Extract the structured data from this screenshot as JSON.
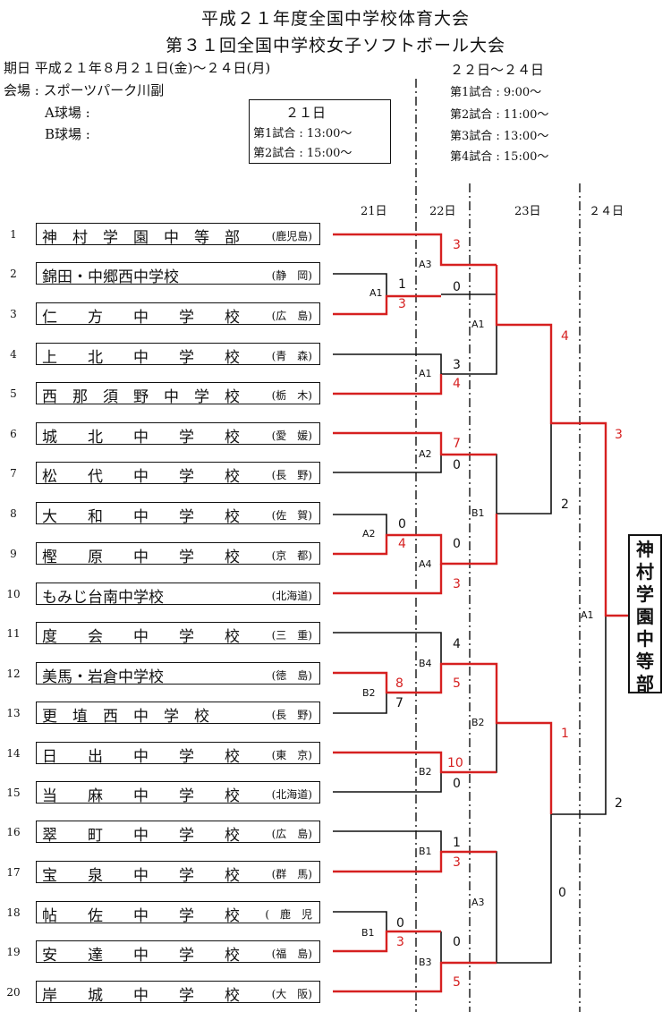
{
  "header": {
    "title1": "平成２１年度全国中学校体育大会",
    "title2": "第３１回全国中学校女子ソフトボール大会",
    "period": "期日 平成２１年８月２１日(金)～２４日(月)",
    "venue": "会場 : スポーツパーク川副",
    "field_a": "A球場 :",
    "field_b": "B球場 :",
    "day21_box": {
      "title": "２１日",
      "g1": "第1試合 : 13:00～",
      "g2": "第2試合 : 15:00～"
    },
    "later_days": {
      "title": "２２日～２４日",
      "g1": "第1試合 :  9:00～",
      "g2": "第2試合 : 11:00～",
      "g3": "第3試合 : 13:00～",
      "g4": "第4試合 : 15:00～"
    }
  },
  "columns": {
    "d21": "21日",
    "d22": "22日",
    "d23": "23日",
    "d24": "２４日"
  },
  "teams": [
    {
      "no": "1",
      "name": "神　村　学　園　中　等　部",
      "pref": "(鹿児島)"
    },
    {
      "no": "2",
      "name": "錦田・中郷西中学校",
      "pref": "(静　岡)"
    },
    {
      "no": "3",
      "name": "仁　　方　　中　　学　　校",
      "pref": "(広　島)"
    },
    {
      "no": "4",
      "name": "上　　北　　中　　学　　校",
      "pref": "(青　森)"
    },
    {
      "no": "5",
      "name": "西　那　須　野　中　学　校",
      "pref": "(栃　木)"
    },
    {
      "no": "6",
      "name": "城　　北　　中　　学　　校",
      "pref": "(愛　媛)"
    },
    {
      "no": "7",
      "name": "松　　代　　中　　学　　校",
      "pref": "(長　野)"
    },
    {
      "no": "8",
      "name": "大　　和　　中　　学　　校",
      "pref": "(佐　賀)"
    },
    {
      "no": "9",
      "name": "樫　　原　　中　　学　　校",
      "pref": "(京　都)"
    },
    {
      "no": "10",
      "name": "もみじ台南中学校",
      "pref": "(北海道)"
    },
    {
      "no": "11",
      "name": "度　　会　　中　　学　　校",
      "pref": "(三　重)"
    },
    {
      "no": "12",
      "name": "美馬・岩倉中学校",
      "pref": "(徳　島)"
    },
    {
      "no": "13",
      "name": "更　埴　西　中　学　校",
      "pref": "(長　野)"
    },
    {
      "no": "14",
      "name": "日　　出　　中　　学　　校",
      "pref": "(東　京)"
    },
    {
      "no": "15",
      "name": "当　　麻　　中　　学　　校",
      "pref": "(北海道)"
    },
    {
      "no": "16",
      "name": "翠　　町　　中　　学　　校",
      "pref": "(広　島)"
    },
    {
      "no": "17",
      "name": "宝　　泉　　中　　学　　校",
      "pref": "(群　馬)"
    },
    {
      "no": "18",
      "name": "帖　　佐　　中　　学　　校",
      "pref": "(　鹿　児"
    },
    {
      "no": "19",
      "name": "安　　達　　中　　学　　校",
      "pref": "(福　島)"
    },
    {
      "no": "20",
      "name": "岸　　城　　中　　学　　校",
      "pref": "(大　阪)"
    }
  ],
  "labels": {
    "a1_21": "A1",
    "a2_21": "A2",
    "b2_21": "B2",
    "b1_21": "B1",
    "a3_22": "A3",
    "a1_22": "A1",
    "a2_22": "A2",
    "a4_22": "A4",
    "b4_22": "B4",
    "b2_22": "B2",
    "b1_22": "B1",
    "b3_22": "B3",
    "a1_23": "A1",
    "b1_23": "B1",
    "b2_23": "B2",
    "a3_23": "A3",
    "a1_24": "A1"
  },
  "scores": {
    "s1": "3",
    "s2": "1",
    "s3": "3",
    "s4": "0",
    "s5": "3",
    "s6": "4",
    "s7": "7",
    "s8": "0",
    "s9": "0",
    "s10": "4",
    "s11": "0",
    "s12": "3",
    "s13": "4",
    "s14": "8",
    "s15": "5",
    "s16": "7",
    "s17": "10",
    "s18": "0",
    "s19": "1",
    "s20": "3",
    "s21": "0",
    "s22": "3",
    "s23": "0",
    "s24": "5",
    "s25": "4",
    "s26": "2",
    "s27": "1",
    "s28": "0",
    "s29": "3",
    "s30": "2"
  },
  "champion": "神村学園中等部",
  "colors": {
    "winner_line": "#d62020",
    "line": "#111111"
  }
}
